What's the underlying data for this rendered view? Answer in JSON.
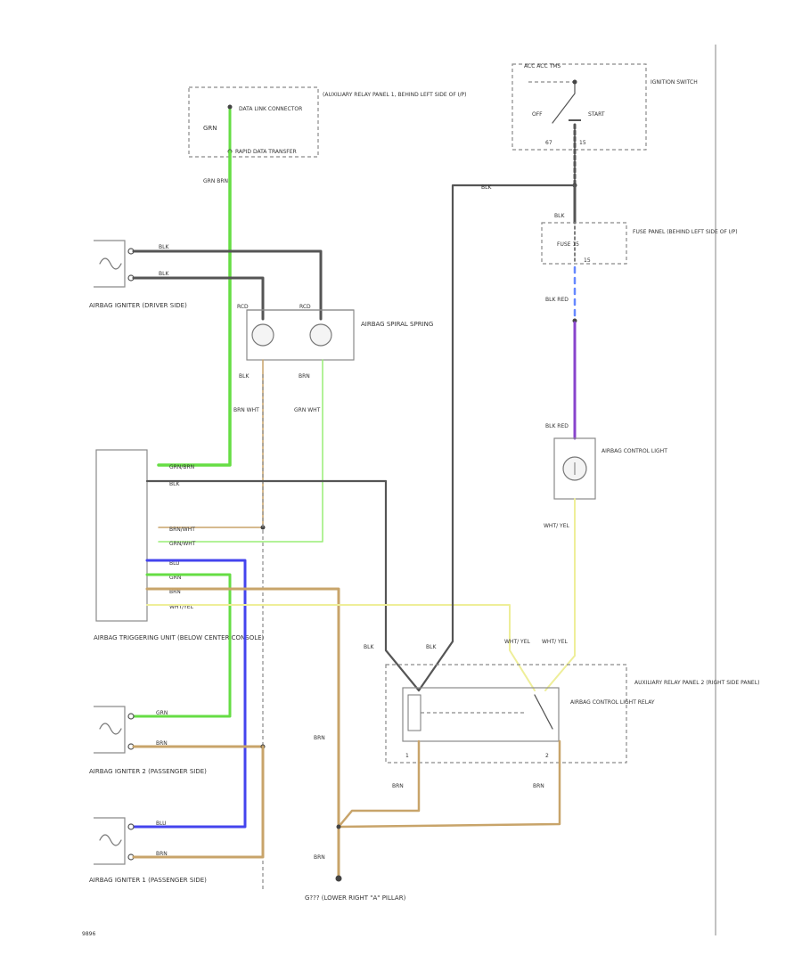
{
  "colors": {
    "wire_black": "#555555",
    "wire_green": "#66dd44",
    "wire_light_green": "#99ee77",
    "wire_brown": "#c8a46a",
    "wire_blue": "#4444ee",
    "wire_violet": "#8844cc",
    "wire_yellow": "#eeee99",
    "wire_blue_dashed": "#6688ff",
    "outline": "#8a8a8a"
  },
  "components": {
    "data_link": {
      "label": "DATA LINK CONNECTOR",
      "label2": "RAPID DATA TRANSFER",
      "location": "(AUXILIARY RELAY PANEL 1, BEHIND LEFT SIDE OF I/P)",
      "grn": "GRN"
    },
    "ignition": {
      "top": "ACC ACC TMS",
      "off": "OFF",
      "start": "START",
      "pin1": "67",
      "pin2": "15",
      "label": "IGNITION SWITCH"
    },
    "fuse": {
      "label": "FUSE 15",
      "pin": "15",
      "location": "FUSE PANEL (BEHIND LEFT SIDE OF I/P)"
    },
    "driver_igniter": {
      "label": "AIRBAG IGNITER (DRIVER SIDE)"
    },
    "spiral_spring": {
      "label": "AIRBAG SPIRAL SPRING",
      "pin_a": "RCD",
      "pin_b": "RCD"
    },
    "control_light": {
      "label": "AIRBAG CONTROL LIGHT"
    },
    "triggering_unit": {
      "label": "AIRBAG TRIGGERING UNIT (BELOW CENTER CONSOLE)"
    },
    "passenger2": {
      "label": "AIRBAG IGNITER 2 (PASSENGER SIDE)"
    },
    "passenger1": {
      "label": "AIRBAG IGNITER 1 (PASSENGER SIDE)"
    },
    "relay": {
      "label": "AIRBAG CONTROL LIGHT RELAY",
      "location": "AUXILIARY RELAY PANEL 2 (RIGHT SIDE PANEL)",
      "pin1": "1",
      "pin2": "2"
    },
    "ground": {
      "label": "G??? (LOWER RIGHT \"A\" PILLAR)"
    },
    "figure_number": "9896"
  },
  "wire_labels": {
    "grn_brn": "GRN BRN",
    "blk": "BLK",
    "blk_red": "BLK RED",
    "brn": "BRN",
    "brn_wht": "BRN WHT",
    "grn_wht": "GRN WHT",
    "wht_yel": "WHT/ YEL",
    "grn": "GRN",
    "blu": "BLU",
    "grn_brn_pin": "GRN/BRN",
    "brn_wht_pin": "BRN/WHT",
    "grn_wht_pin": "GRN/WHT",
    "wht_yel_pin": "WHT/YEL"
  }
}
